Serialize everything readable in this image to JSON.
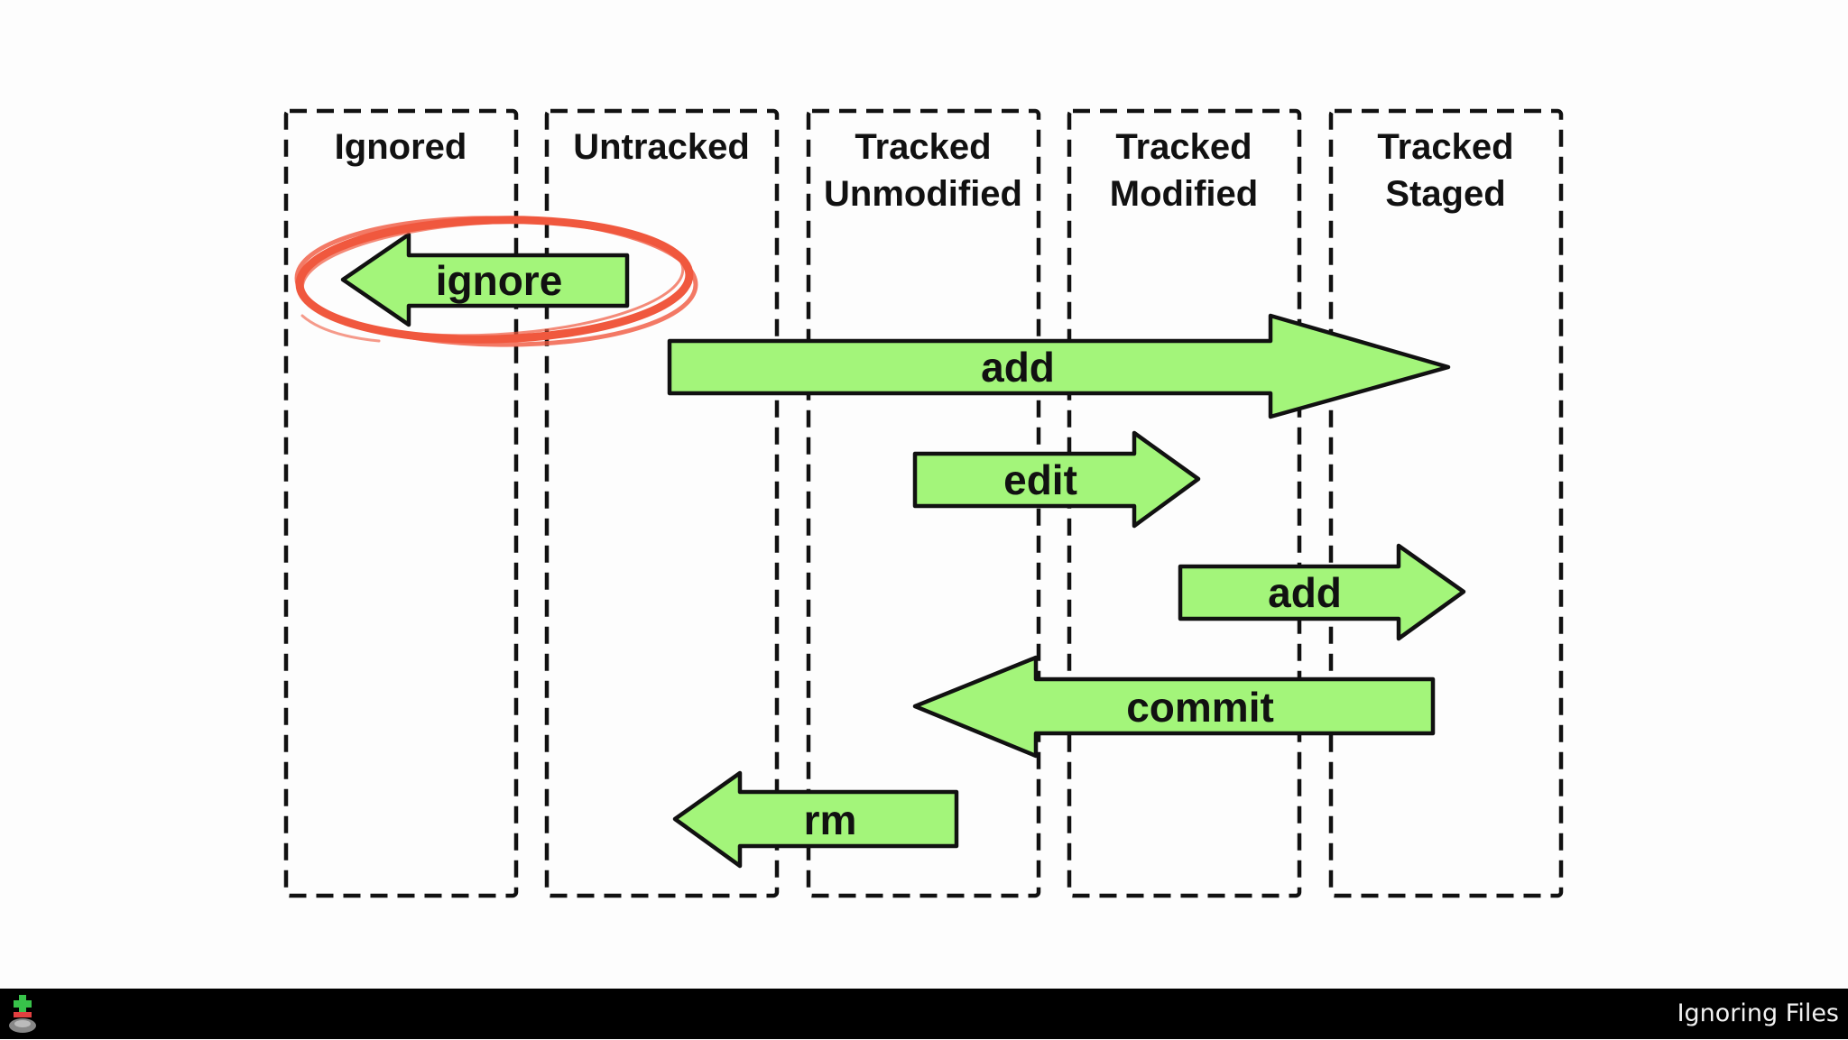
{
  "diagram": {
    "columns": [
      {
        "lines": [
          "Ignored"
        ]
      },
      {
        "lines": [
          "Untracked"
        ]
      },
      {
        "lines": [
          "Tracked",
          "Unmodified"
        ]
      },
      {
        "lines": [
          "Tracked",
          "Modified"
        ]
      },
      {
        "lines": [
          "Tracked",
          "Staged"
        ]
      }
    ],
    "arrows": [
      {
        "label": "ignore",
        "direction": "left",
        "from_column": "Untracked",
        "to_column": "Ignored",
        "highlighted": true
      },
      {
        "label": "add",
        "direction": "right",
        "from_column": "Untracked",
        "to_column": "Tracked Staged",
        "highlighted": false
      },
      {
        "label": "edit",
        "direction": "right",
        "from_column": "Tracked Unmodified",
        "to_column": "Tracked Modified",
        "highlighted": false
      },
      {
        "label": "add",
        "direction": "right",
        "from_column": "Tracked Modified",
        "to_column": "Tracked Staged",
        "highlighted": false
      },
      {
        "label": "commit",
        "direction": "left",
        "from_column": "Tracked Staged",
        "to_column": "Tracked Unmodified",
        "highlighted": false
      },
      {
        "label": "rm",
        "direction": "left",
        "from_column": "Tracked Unmodified",
        "to_column": "Untracked",
        "highlighted": false
      }
    ],
    "colors": {
      "arrow_fill": "#a3f57a",
      "highlight_circle": "#f0583e",
      "outline": "#111111"
    }
  },
  "footer": {
    "slide_title": "Ignoring Files",
    "logo_icon": "app-logo-icon"
  }
}
